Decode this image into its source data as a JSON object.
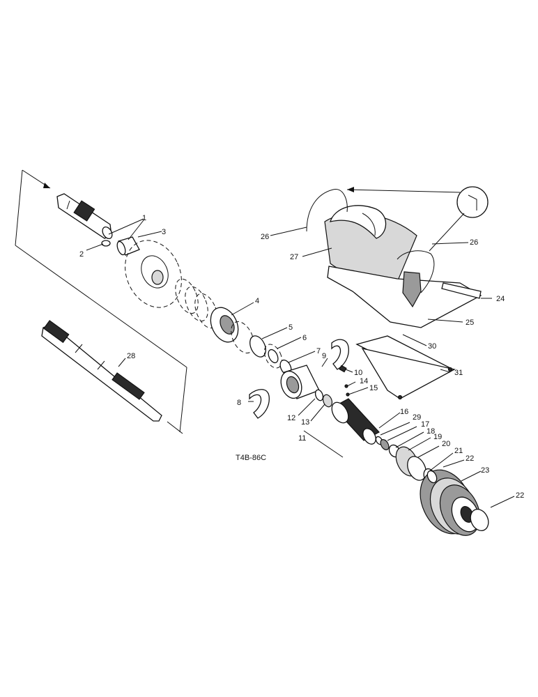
{
  "drawing_code": "T4B-86C",
  "callouts": [
    "1",
    "2",
    "3",
    "4",
    "5",
    "6",
    "7",
    "8",
    "9",
    "10",
    "11",
    "12",
    "13",
    "14",
    "15",
    "16",
    "17",
    "18",
    "19",
    "20",
    "21",
    "22",
    "23",
    "24",
    "25",
    "26",
    "27",
    "28",
    "29",
    "30",
    "31"
  ],
  "colors": {
    "ink": "#111111",
    "paper": "#ffffff",
    "shade": "#9a9a9a"
  }
}
